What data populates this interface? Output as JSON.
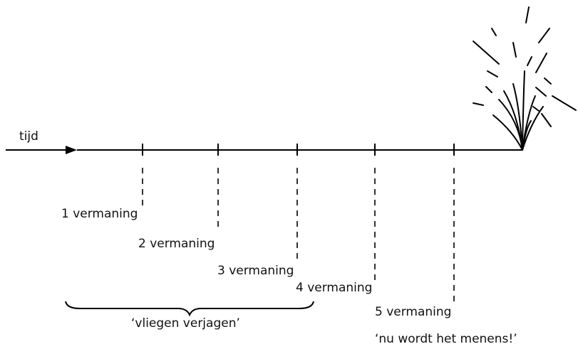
{
  "diagram": {
    "time_label": "tijd",
    "warnings": [
      {
        "label": "1 vermaning"
      },
      {
        "label": "2 vermaning"
      },
      {
        "label": "3 vermaning"
      },
      {
        "label": "4 vermaning"
      },
      {
        "label": "5 vermaning"
      }
    ],
    "brace_label": "‘vliegen verjagen’",
    "final_label": "‘nu wordt het menens!’"
  }
}
